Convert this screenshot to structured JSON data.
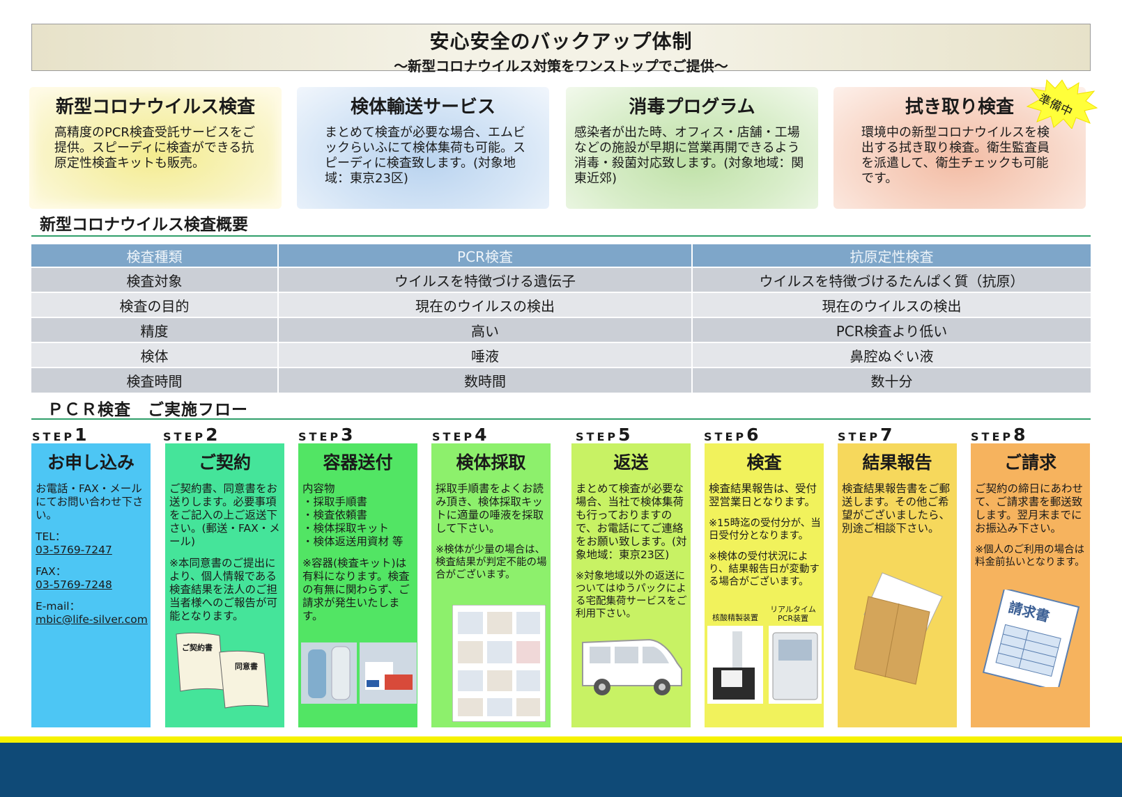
{
  "banner": {
    "title": "安心安全のバックアップ体制",
    "subtitle": "～新型コロナウイルス対策をワンストップでご提供～"
  },
  "services": [
    {
      "title": "新型コロナウイルス検査",
      "body": "高精度のPCR検査受託サービスをご提供。スピーディに検査ができる抗原定性検査キットも販売。"
    },
    {
      "title": "検体輸送サービス",
      "body": "まとめて検査が必要な場合、エムビックらいふにて検体集荷も可能。スピーディに検査致します。(対象地域：東京23区)"
    },
    {
      "title": "消毒プログラム",
      "body": "感染者が出た時、オフィス・店舗・工場などの施設が早期に営業再開できるよう消毒・殺菌対応致します。(対象地域：関東近郊)"
    },
    {
      "title": "拭き取り検査",
      "body": "環境中の新型コロナウイルスを検出する拭き取り検査。衛生監査員を派遣して、衛生チェックも可能です。"
    }
  ],
  "badge": "準備中",
  "overview": {
    "heading": "新型コロナウイルス検査概要",
    "headers": [
      "検査種類",
      "PCR検査",
      "抗原定性検査"
    ],
    "rows": [
      [
        "検査対象",
        "ウイルスを特徴づける遺伝子",
        "ウイルスを特徴づけるたんぱく質（抗原）"
      ],
      [
        "検査の目的",
        "現在のウイルスの検出",
        "現在のウイルスの検出"
      ],
      [
        "精度",
        "高い",
        "PCR検査より低い"
      ],
      [
        "検体",
        "唾液",
        "鼻腔ぬぐい液"
      ],
      [
        "検査時間",
        "数時間",
        "数十分"
      ]
    ]
  },
  "flow": {
    "heading": "ＰＣＲ検査　ご実施フロー",
    "step_word": "STEP",
    "steps": [
      {
        "num": "1",
        "title": "お申し込み",
        "p1": "お電話・FAX・メールにてお問い合わせ下さい。",
        "tel_label": "TEL：",
        "tel": "03-5769-7247",
        "fax_label": "FAX：",
        "fax": "03-5769-7248",
        "mail_label": "E-mail：",
        "mail": "mbic@life-silver.com"
      },
      {
        "num": "2",
        "title": "ご契約",
        "p1": "ご契約書、同意書をお送りします。必要事項をご記入の上ご返送下さい。(郵送・FAX・メール)",
        "p2": "※本同意書のご提出により、個人情報である検査結果を法人のご担当者様へのご報告が可能となります。",
        "doc1": "ご契約書",
        "doc2": "同意書"
      },
      {
        "num": "3",
        "title": "容器送付",
        "p1": "内容物",
        "items": [
          "・採取手順書",
          "・検査依頼書",
          "・検体採取キット",
          "・検体返送用資材 等"
        ],
        "p2": "※容器(検査キット)は有料になります。検査の有無に関わらず、ご請求が発生いたします。"
      },
      {
        "num": "4",
        "title": "検体採取",
        "p1": "採取手順書をよくお読み頂き、検体採取キットに適量の唾液を採取して下さい。",
        "p2": "※検体が少量の場合は、検査結果が判定不能の場合がございます。"
      },
      {
        "num": "5",
        "title": "返送",
        "p1": "まとめて検査が必要な場合、当社で検体集荷も行っておりますので、お電話にてご連絡をお願い致します。(対象地域：東京23区)",
        "p2": "※対象地域以外の返送についてはゆうパックによる宅配集荷サービスをご利用下さい。"
      },
      {
        "num": "6",
        "title": "検査",
        "p1": "検査結果報告は、受付翌営業日となります。",
        "p2": "※15時迄の受付分が、当日受付分となります。",
        "p3": "※検体の受付状況により、結果報告日が変動する場合がございます。",
        "dev1": "核酸精製装置",
        "dev2": "リアルタイムPCR装置"
      },
      {
        "num": "7",
        "title": "結果報告",
        "p1": "検査結果報告書をご郵送します。その他ご希望がございましたら、別途ご相談下さい。"
      },
      {
        "num": "8",
        "title": "ご請求",
        "p1": "ご契約の締日にあわせて、ご請求書を郵送致します。翌月末までにお振込み下さい。",
        "p2": "※個人のご利用の場合は料金前払いとなります。",
        "invoice": "請求書"
      }
    ]
  },
  "colors": {
    "banner_bg": "#f4f2e6",
    "table_header": "#7ea6c9",
    "rule": "#2f9e6a",
    "step1": "#4dc6f4",
    "step2": "#45e49a",
    "step3": "#52e564",
    "step4": "#8df06c",
    "step5": "#c8f264",
    "step6": "#f1f25c",
    "step7": "#f6d85c",
    "step8": "#f6b35e",
    "footer_yellow": "#f6f200",
    "footer_blue": "#0f4a77"
  }
}
